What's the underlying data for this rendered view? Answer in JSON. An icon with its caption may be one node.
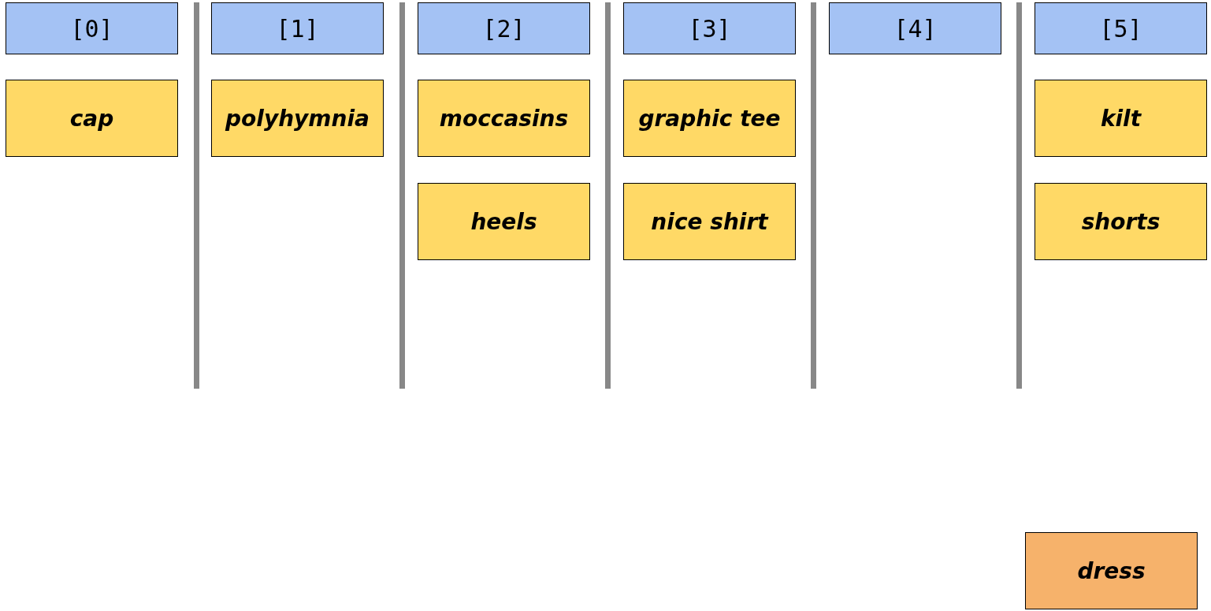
{
  "diagram": {
    "nodes": [
      {
        "text": [
          "[0]"
        ]
      },
      {
        "text": [
          "[1]"
        ]
      },
      {
        "text": [
          "[2]"
        ]
      },
      {
        "text": [
          "[3]"
        ]
      },
      {
        "text": [
          "[4]"
        ]
      },
      {
        "text": [
          "[5]"
        ]
      },
      {
        "text": [
          "cap"
        ]
      },
      {
        "text": [
          "polyhymnia"
        ]
      },
      {
        "text": [
          "moccasins"
        ]
      },
      {
        "text": [
          "graphic tee"
        ]
      },
      {
        "text": [
          "kilt"
        ]
      },
      {
        "text": [
          "heels"
        ]
      },
      {
        "text": [
          "nice shirt"
        ]
      },
      {
        "text": [
          "shorts"
        ]
      },
      {
        "text": [
          "dress"
        ]
      }
    ]
  }
}
